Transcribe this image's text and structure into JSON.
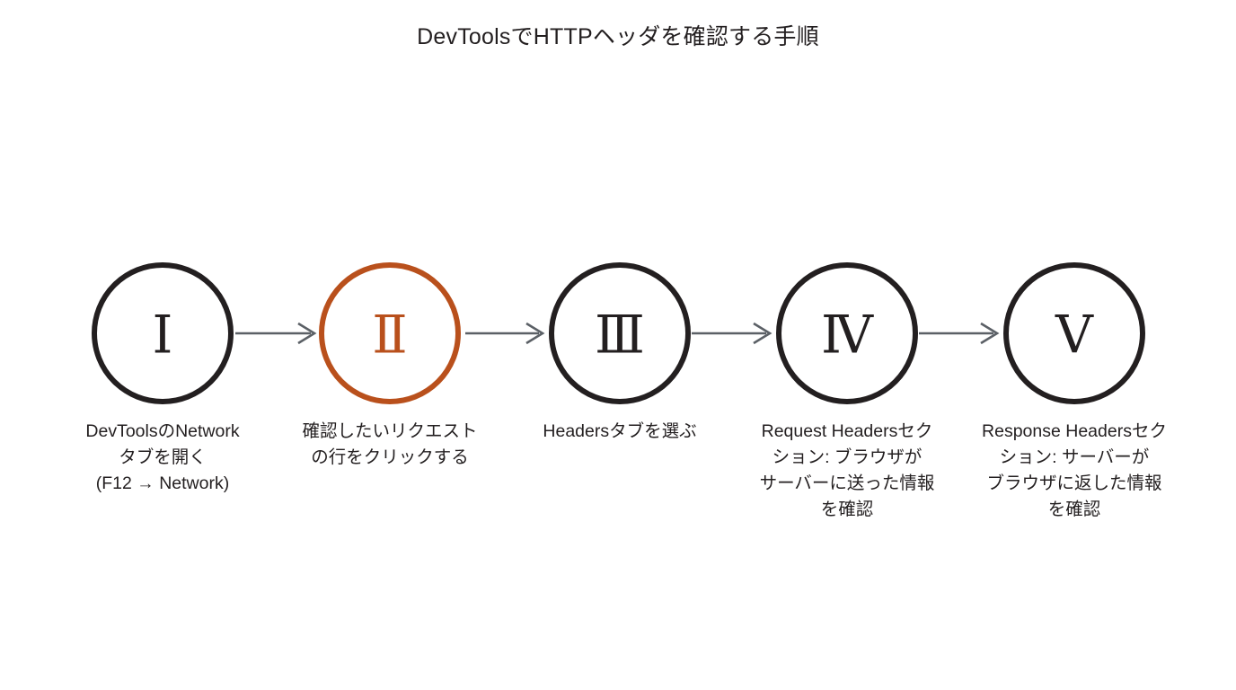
{
  "diagram": {
    "title": "DevToolsでHTTPヘッダを確認する手順",
    "type": "horizontal-step-flow",
    "background_color": "#ffffff",
    "default_color": "#231f20",
    "accent_color": "#b9501c",
    "connector_color": "#5b6066",
    "steps": [
      {
        "numeral": "Ⅰ",
        "caption": "DevToolsのNetwork\nタブを開く\n(F12 → Network)",
        "highlighted": false,
        "color": "#231f20"
      },
      {
        "numeral": "Ⅱ",
        "caption": "確認したいリクエスト\nの行をクリックする",
        "highlighted": true,
        "color": "#b9501c"
      },
      {
        "numeral": "Ⅲ",
        "caption": "Headersタブを選ぶ",
        "highlighted": false,
        "color": "#231f20"
      },
      {
        "numeral": "Ⅳ",
        "caption": "Request Headersセク\nション: ブラウザが\nサーバーに送った情報\nを確認",
        "highlighted": false,
        "color": "#231f20"
      },
      {
        "numeral": "Ⅴ",
        "caption": "Response Headersセク\nション: サーバーが\nブラウザに返した情報\nを確認",
        "highlighted": false,
        "color": "#231f20"
      }
    ],
    "connectors": [
      {
        "from": 1,
        "to": 2,
        "style": "arrow"
      },
      {
        "from": 2,
        "to": 3,
        "style": "arrow"
      },
      {
        "from": 3,
        "to": 4,
        "style": "arrow"
      },
      {
        "from": 4,
        "to": 5,
        "style": "arrow"
      }
    ]
  }
}
